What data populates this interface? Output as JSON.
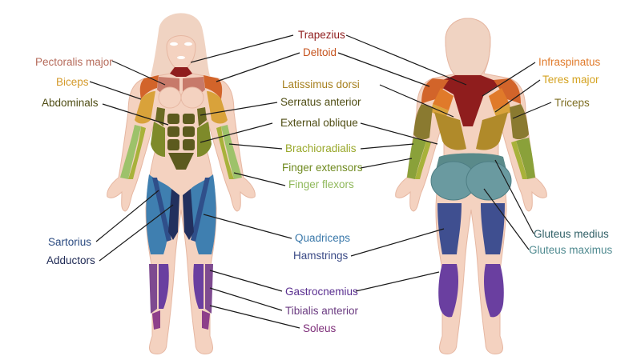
{
  "palette": {
    "skin": "#f4d2c0",
    "skin_edge": "#e6b7a2",
    "hair": "#f0d3c2",
    "trapezius": "#8f1d1d",
    "deltoid": "#d2642a",
    "pectoralis": "#c77a6a",
    "biceps": "#d9a23a",
    "abdominals": "#5c5a1e",
    "serratus": "#6b6a22",
    "oblique": "#7e8a2a",
    "brachioradialis": "#a8b23a",
    "finger_ext": "#8aa13a",
    "finger_flex": "#9dc26a",
    "infraspinatus": "#e07a2a",
    "teres_major": "#d9a23a",
    "latissimus": "#b08a2a",
    "triceps": "#8a7a30",
    "gluteus_medius": "#5a8a8a",
    "gluteus_maximus": "#6a9aa0",
    "quadriceps": "#3f7fb0",
    "sartorius": "#2f4f8a",
    "adductors": "#22305e",
    "hamstrings": "#3f4f90",
    "gastrocnemius": "#6a3fa0",
    "tibialis": "#7e4a90",
    "soleus": "#8e3f8a",
    "leader": "#1a1a1a"
  },
  "labels": {
    "trapezius": {
      "text": "Trapezius",
      "color": "#8f1d1d"
    },
    "deltoid": {
      "text": "Deltoid",
      "color": "#c6541f"
    },
    "pectoralis": {
      "text": "Pectoralis major",
      "color": "#b56a5a"
    },
    "biceps": {
      "text": "Biceps",
      "color": "#d49a2a"
    },
    "abdominals": {
      "text": "Abdominals",
      "color": "#4f4d14"
    },
    "latissimus": {
      "text": "Latissimus dorsi",
      "color": "#a6801f"
    },
    "serratus": {
      "text": "Serratus anterior",
      "color": "#4f4d14"
    },
    "oblique": {
      "text": "External oblique",
      "color": "#4f4d14"
    },
    "brachioradialis": {
      "text": "Brachioradialis",
      "color": "#99a82a"
    },
    "finger_ext": {
      "text": "Finger extensors",
      "color": "#6f8a1f"
    },
    "finger_flex": {
      "text": "Finger flexors",
      "color": "#8fb85a"
    },
    "infraspinatus": {
      "text": "Infraspinatus",
      "color": "#e07a2a"
    },
    "teres_major": {
      "text": "Teres major",
      "color": "#d4a21f"
    },
    "triceps": {
      "text": "Triceps",
      "color": "#7e6e22"
    },
    "sartorius": {
      "text": "Sartorius",
      "color": "#2a4a80"
    },
    "adductors": {
      "text": "Adductors",
      "color": "#1f2a55"
    },
    "quadriceps": {
      "text": "Quadriceps",
      "color": "#3a78aa"
    },
    "hamstrings": {
      "text": "Hamstrings",
      "color": "#3a4a86"
    },
    "gluteus_medius": {
      "text": "Gluteus medius",
      "color": "#2f5f66"
    },
    "gluteus_maximus": {
      "text": "Gluteus maximus",
      "color": "#4f8a90"
    },
    "gastrocnemius": {
      "text": "Gastrocnemius",
      "color": "#5a2f90"
    },
    "tibialis": {
      "text": "Tibialis anterior",
      "color": "#6a3a80"
    },
    "soleus": {
      "text": "Soleus",
      "color": "#7e2f7a"
    }
  }
}
